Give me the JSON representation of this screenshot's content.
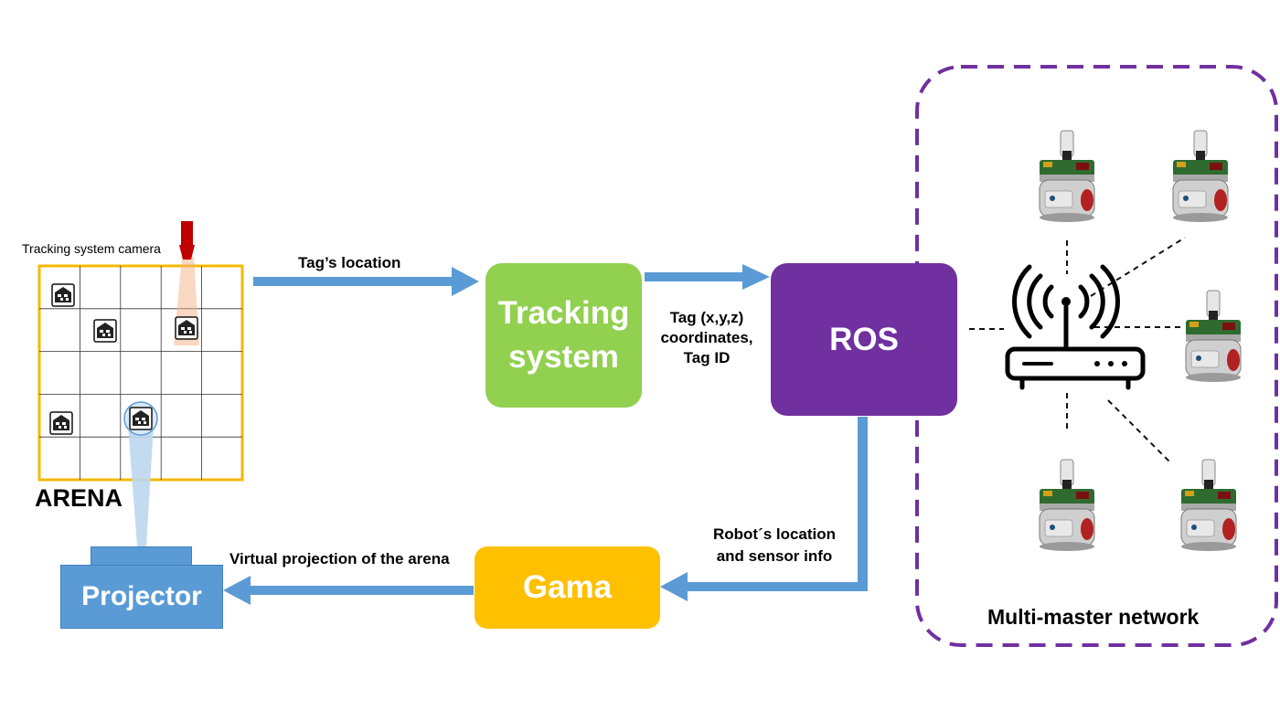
{
  "arena": {
    "title": "ARENA",
    "camera_label": "Tracking system camera"
  },
  "nodes": {
    "tracking": "Tracking system",
    "ros": "ROS",
    "gama": "Gama",
    "projector": "Projector"
  },
  "arrows": {
    "tag_location": "Tag’s location",
    "tag_coords": "Tag (x,y,z) coordinates, Tag ID",
    "robot_info": "Robot´s location and sensor info",
    "virtual_projection": "Virtual projection of the arena"
  },
  "network": {
    "label": "Multi-master network",
    "robot_count": 5
  },
  "colors": {
    "arena_border": "#f5b800",
    "arrow": "#5b9bd5",
    "tracking": "#92d050",
    "ros": "#7030a0",
    "gama": "#ffc000",
    "projector": "#5b9bd5",
    "network_border": "#7030a0",
    "camera": "#c00000"
  },
  "icons": {
    "tag": "fiducial-tag-icon",
    "router": "wifi-router-icon",
    "robot": "mobile-robot-icon"
  }
}
